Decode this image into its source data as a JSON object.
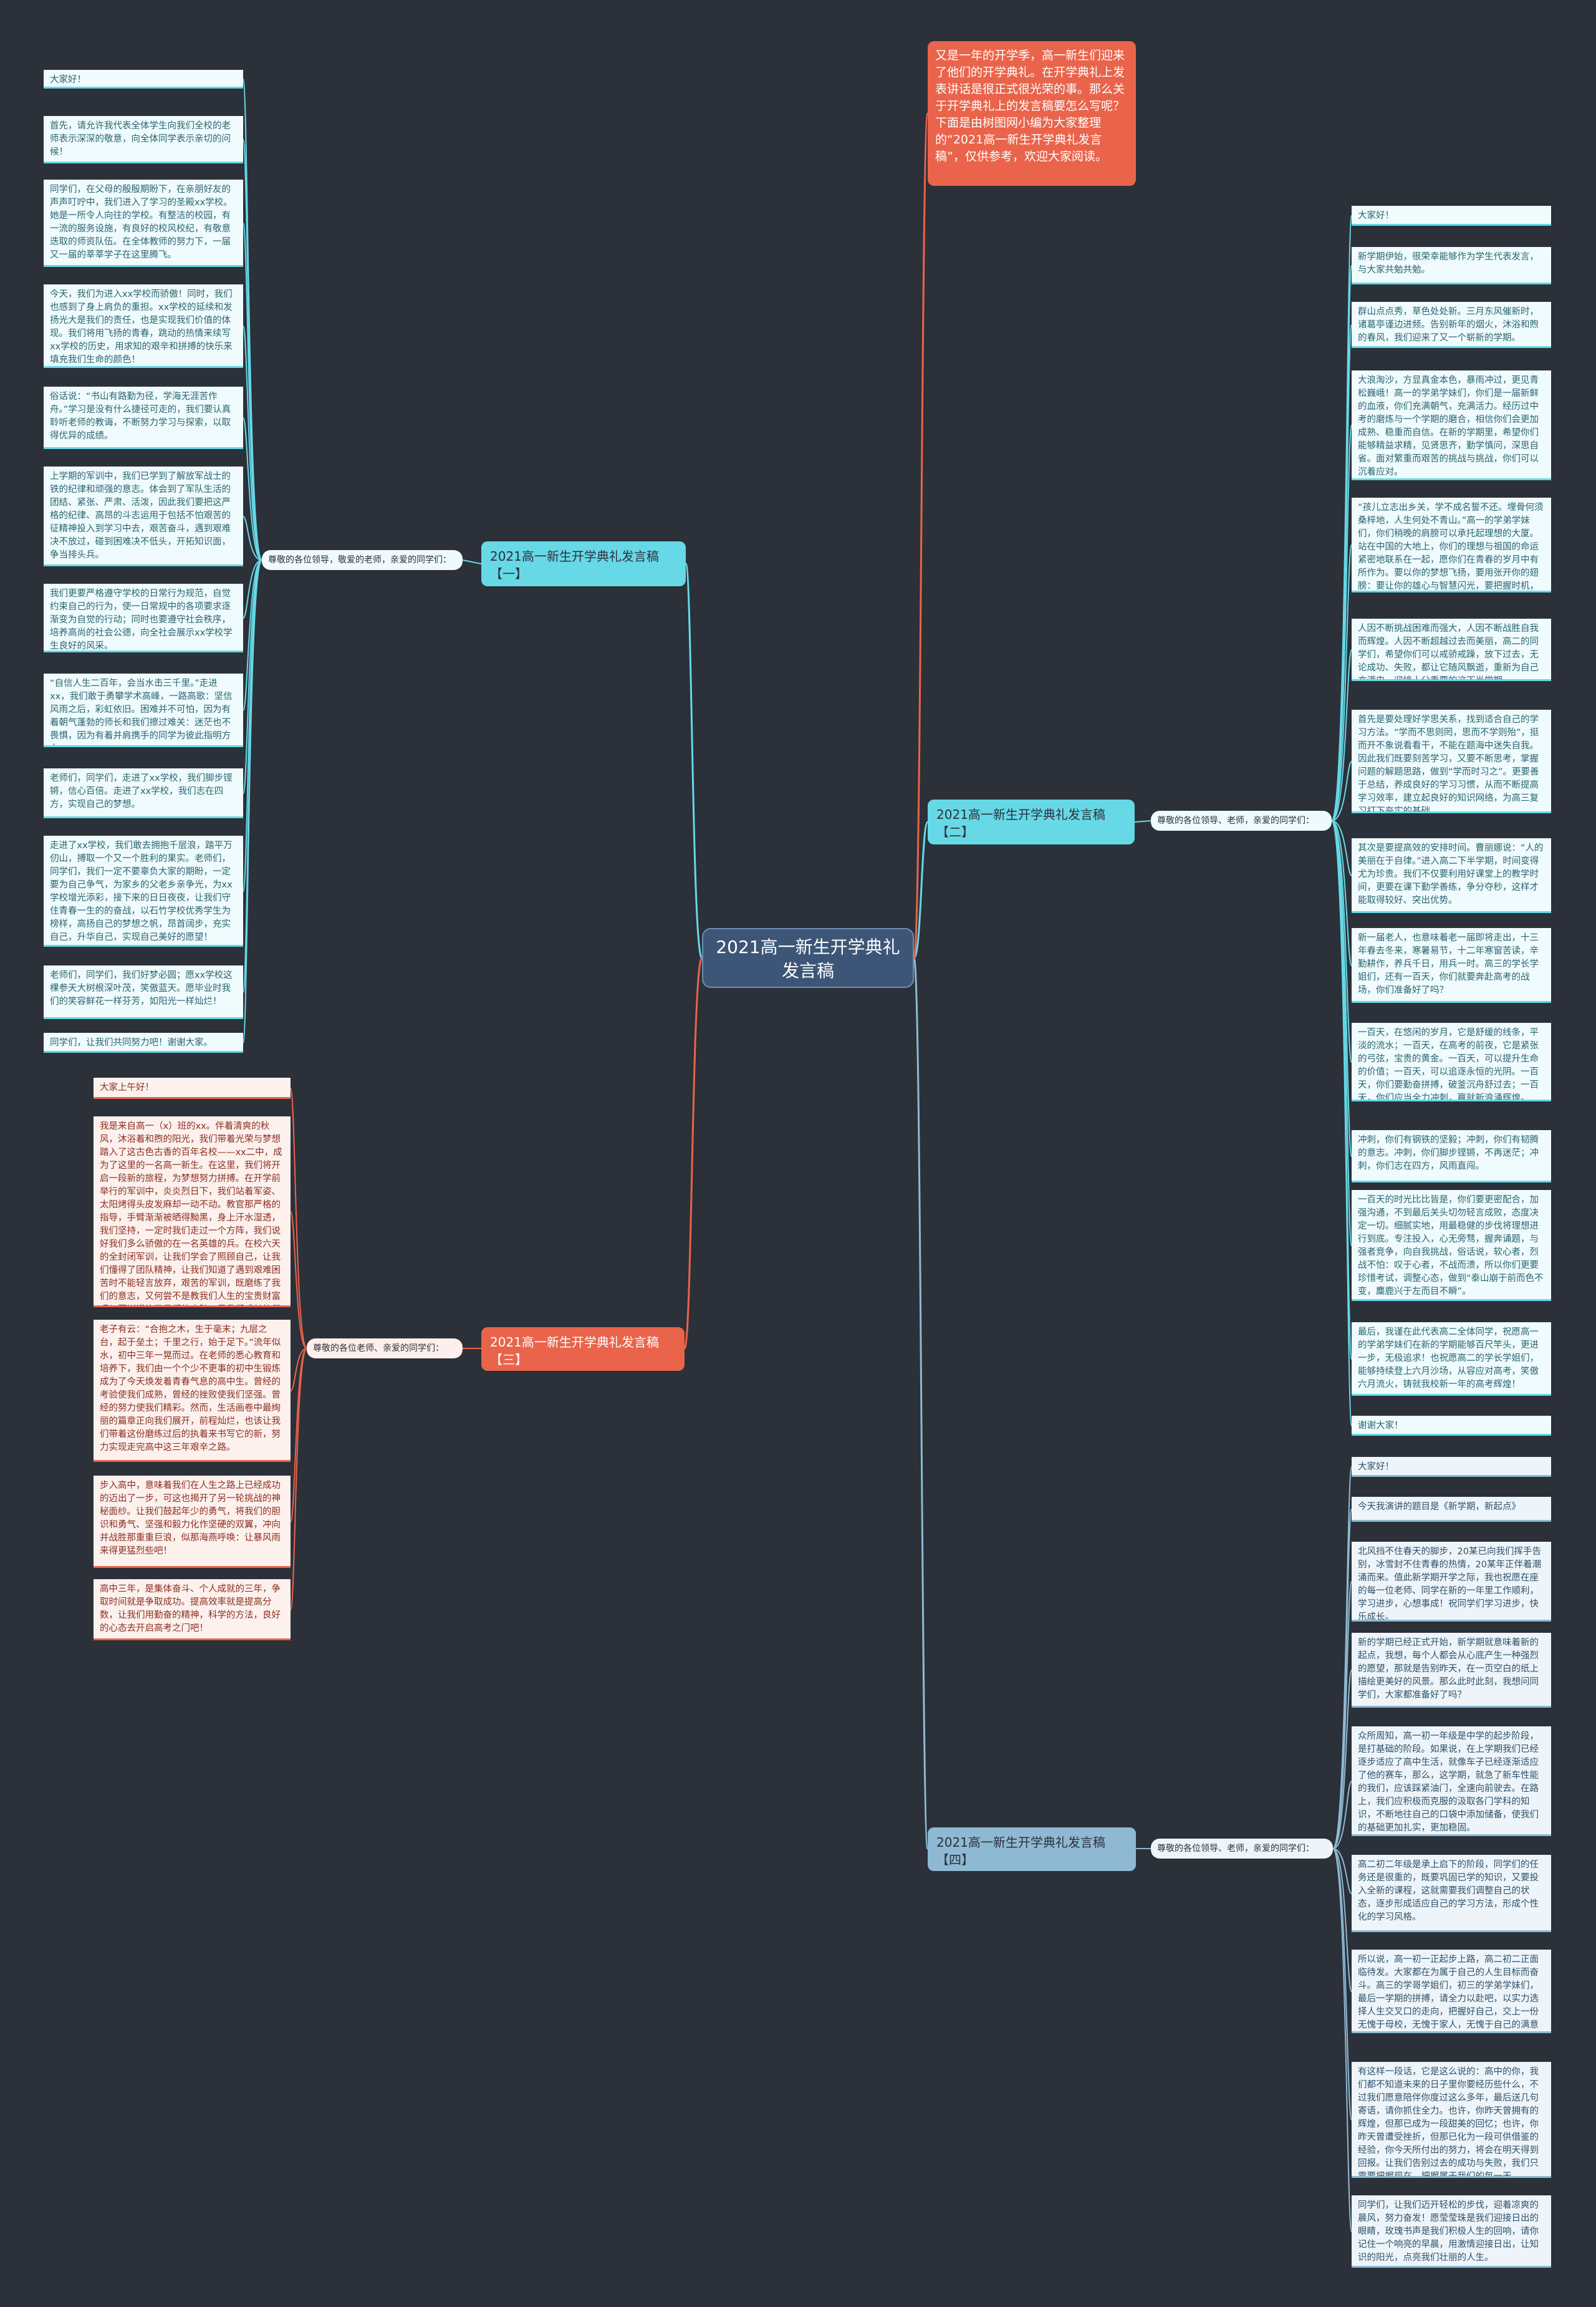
{
  "center": "2021高一新生开学典礼发言稿",
  "intro": "又是一年的开学季，高一新生们迎来了他们的开学典礼。在开学典礼上发表讲话是很正式很光荣的事。那么关于开学典礼上的发言稿要怎么写呢？下面是由树图网小编为大家整理的“2021高一新生开学典礼发言稿”，仅供参考，欢迎大家阅读。",
  "colors": {
    "background": "#2b3039",
    "teal": "#66d8e6",
    "red": "#e9644b",
    "blue": "#8fb9d3",
    "center": "#3d5677"
  },
  "branches": [
    {
      "title": "2021高一新生开学典礼发言稿【一】",
      "greeting": "尊敬的各位领导，敬爱的老师，亲爱的同学们：",
      "items": [
        "大家好！",
        "首先，请允许我代表全体学生向我们全校的老师表示深深的敬意，向全体同学表示亲切的问候！",
        "同学们，在父母的殷殷期盼下，在亲朋好友的声声叮咛中，我们进入了学习的圣殿xx学校。她是一所令人向往的学校。有整洁的校园，有一流的服务设施，有良好的校风校纪，有敬意迭取的师资队伍。在全体教师的努力下，一届又一届的莘莘学子在这里腾飞。",
        "今天，我们为进入xx学校而骄傲！同时，我们也感到了身上肩负的重担。xx学校的延续和发扬光大是我们的责任，也是实现我们价值的体现。我们将用飞扬的青春，跳动的热情来续写xx学校的历史，用求知的艰辛和拼搏的快乐来填充我们生命的颜色！",
        "俗话说：“书山有路勤为径，学海无涯苦作舟。”学习是没有什么捷径可走的，我们要认真聆听老师的教诲，不断努力学习与探索，以取得优异的成绩。",
        "上学期的军训中，我们已学到了解放军战士的铁的纪律和顽强的意志。体会到了军队生活的团结、紧张、严肃、活泼，因此我们要把这严格的纪律、高昂的斗志运用于包括不怕艰苦的征精神投入到学习中去，艰苦奋斗，遇到艰难决不放过，碰到困难决不低头，开拓知识面，争当排头兵。",
        "我们更要严格遵守学校的日常行为规范，自觉约束自己的行为，使一日常规中的各项要求逐渐变为自觉的行动；同时也要遵守社会秩序，培养高尚的社会公德，向全社会展示xx学校学生良好的风采。",
        "“自信人生二百年，会当水击三千里。”走进xx，我们敢于勇攀学术高峰，一路高歌：坚信风雨之后，彩虹依旧。困难并不可怕，因为有着朝气蓬勃的师长和我们擦过难关：迷茫也不畏惧，因为有着并肩携手的同学为彼此指明方向。",
        "老师们，同学们，走进了xx学校，我们脚步铿锵，信心百倍。走进了xx学校，我们志在四方，实现自己的梦想。",
        "走进了xx学校，我们敢去拥抱千层浪，踏平万仞山，搏取一个又一个胜利的果实。老师们，同学们，我们一定不要辜负大家的期盼，一定要为自己争气，为家乡的父老乡亲争光，为xx学校增光添彩，接下来的日日夜夜，让我们守住青春一生的的奋战，以石竹学校优秀学生为榜样，高扬自己的梦想之帆，昂首阔步，充实自己，升华自己，实现自己美好的愿望！",
        "老师们，同学们，我们好梦必圆；愿xx学校这棵参天大树根深叶茂，笑傲蓝天。愿毕业时我们的笑容鲜花一样芬芳，如阳光一样灿烂！",
        "同学们，让我们共同努力吧！谢谢大家。"
      ]
    },
    {
      "title": "2021高一新生开学典礼发言稿【二】",
      "greeting": "尊敬的各位领导、老师，亲爱的同学们：",
      "items": [
        "大家好！",
        "新学期伊始，很荣幸能够作为学生代表发言，与大家共勉共勉。",
        "群山点点秀，草色处处新。三月东风催新时，诸葛亭谨边进频。告别新年的烟火，沐浴和煦的春风，我们迎来了又一个崭新的学期。",
        "大浪淘沙，方显真金本色，暴雨冲过，更见青松巍峨！高一的学弟学妹们，你们是一届新鲜的血液，你们充满朝气，充满活力。经历过中考的磨炼与一个学期的磨合，相信你们会更加成熟、稳重而自信。在新的学期里，希望你们能够精益求精，见贤思齐，勤学慎问，深思自省。面对繁重而艰苦的挑战与挑战，你们可以沉着应对。",
        "“孩儿立志出乡关，学不成名誓不还。埋骨何须桑梓地，人生何处不青山。”高一的学弟学妹们，你们稍晚的肩膀可以承托起理想的大厦。站在中国的大地上，你们的理想与祖国的命运紧密地联系在一起，愿你们在青春的岁月中有所作为。要以你的梦想飞扬，要用张开你的翅膀：要让你的雄心与智慧闪光，要把握时机，放射光芒！",
        "人因不断挑战困难而强大，人因不断战胜自我而辉煌。人因不断超越过去而美丽，高二的同学们，希望你们可以戒骄戒躁，放下过去，无论成功、失败，都让它随风飘逝，重新为自己充满电，迎接十分重要的这下半学期。",
        "首先是要处理好学思关系，找到适合自己的学习方法。“学而不思则罔，思而不学则殆”，挺而开不象说看看干，不能在题海中迷失自我。因此我们既要刻苦学习，又要不断思考，掌握问题的解题思路，做到“学而时习之”。更要善于总结，养成良好的学习习惯，从而不断提高学习效率，建立起良好的知识网络，为高三复习打下夯实的基础。",
        "其次是要提高效的安排时间。曹丽娜说：“人的美丽在于自律。”进入高二下半学期，时间变得尤为珍贵。我们不仅要利用好课堂上的教学时间，更要在课下勤学善练，争分夺秒，这样才能取得较好、突出优势。",
        "新一届老人，也意味着老一届即将走出，十三年春去冬来，寒暑易节，十二年寒窗苦读，辛勤耕作，养兵千日，用兵一时。高三的学长学姐们，还有一百天，你们就要奔赴高考的战场，你们准备好了吗？",
        "一百天，在悠闲的岁月，它是舒缓的线条，平淡的流水；一百天，在高考的前夜，它是紧张的弓弦，宝贵的黄金。一百天，可以提升生命的价值；一百天，可以追逐永恒的光阴。一百天，你们要勤奋拼搏，破釜沉舟舒过去；一百天，你们应当全力冲刺，赢就新浪涌辉煌。",
        "冲刺，你们有钢铁的坚毅；冲刺，你们有韧腾的意志。冲刺，你们脚步铿锵，不再迷茫；冲刺，你们志在四方，风雨直闯。",
        "一百天的时光比比皆是，你们要更密配合，加强沟通，不到最后关头切勿轻言成败，态度决定一切。细腻实地，用最稳健的步伐将理想进行到底。专注投入，心无旁骛，握奔诵题，与强者竞争，向自我挑战，俗话说，软心者，烈战不怕：叹于心者，不战而溃，所以你们更要珍惜考试，调整心态，做到“泰山崩于前而色不变，麋鹿兴于左而目不瞬”。",
        "最后，我谨在此代表高二全体同学，祝愿高一的学弟学妹们在新的学期能够百尺竿头，更进一步，无极追求！也祝愿高二的学长学姐们，能够持续登上六月沙场，从容应对高考，笑傲六月流火，铸就我校新一年的高考辉煌！",
        "谢谢大家！"
      ]
    },
    {
      "title": "2021高一新生开学典礼发言稿【三】",
      "greeting": "尊敬的各位老师、亲爱的同学们：",
      "items": [
        "大家上午好！",
        "我是来自高一（x）班的xx。伴着清爽的秋风，沐浴着和煦的阳光，我们带着光荣与梦想踏入了这古色古香的百年名校——xx二中，成为了这里的一名高一新生。在这里，我们将开启一段新的旅程，为梦想努力拼搏。在开学前举行的军训中，炎炎烈日下，我们站着军姿、太阳烤得头皮发麻却一动不动。教官那严格的指导，手臂渐渐被晒得黝黑，身上汗水湿透，我们坚持，一定时我们走过一个方阵，我们说好我们多么骄傲的在一名英雄的兵。在校六天的全封闭军训，让我们学会了照顾自己，让我们懂得了团队精神，让我们知道了遇到艰难困苦时不能轻言放弃，艰苦的军训，既磨练了我们的意志，又何尝不是教我们人生的宝贵财富呢？军训锻炼了我们的皮肤，是我们成长的印记！",
        "老子有云：“合抱之木，生于毫末；九层之台，起于垒土；千里之行，始于足下。”流年似水，初中三年一晃而过。在老师的悉心教育和培养下，我们由一个个少不更事的初中生锻炼成为了今天焕发着青春气息的高中生。曾经的考验使我们成熟，曾经的挫败使我们坚强。曾经的努力使我们精彩。然而，生活画卷中最绚丽的篇章正向我们展开，前程灿烂，也该让我们带着这份磨练过后的执着来书写它的新，努力实现走完高中这三年艰辛之路。",
        "步入高中，意味着我们在人生之路上已经成功的迈出了一步，可这也揭开了另一轮挑战的神秘面纱。让我们鼓起年少的勇气，将我们的胆识和勇气、坚强和毅力化作坚硬的双翼，冲向并战胜那重重巨浪，似那海燕呼唤：让暴风雨来得更猛烈些吧！",
        "高中三年，是集体奋斗、个人成就的三年，争取时间就是争取成功。提高效率就是提高分数，让我们用勤奋的精神，科学的方法，良好的心态去开启高考之门吧！"
      ]
    },
    {
      "title": "2021高一新生开学典礼发言稿【四】",
      "greeting": "尊敬的各位领导、老师，亲爱的同学们：",
      "items": [
        "大家好！",
        "今天我演讲的题目是《新学期，新起点》",
        "北风挡不住春天的脚步，20某已向我们挥手告别，冰雪封不住青春的热情，20某年正伴着潮涌而来。值此新学期开学之际，我也祝愿在座的每一位老师、同学在新的一年里工作顺利，学习进步，心想事成！祝同学们学习进步，快乐成长。",
        "新的学期已经正式开始，新学期就意味着新的起点，我想，每个人都会从心底产生一种强烈的愿望，那就是告别昨天，在一页空白的纸上描绘更美好的风景。那么此时此刻，我想问同学们，大家都准备好了吗？",
        "众所周知，高一初一年级是中学的起步阶段，是打基础的阶段。如果说，在上学期我们已经逐步适应了高中生活，就像车子已经逐渐适应了他的赛车，那么，这学期，就急了新车性能的我们，应该踩紧油门，全速向前驶去。在路上，我们应积极而克服的汲取各门学科的知识，不断地往自己的口袋中添加储备，使我们的基础更加扎实，更加稳固。",
        "高二初二年级是承上启下的阶段，同学们的任务还是很重的，既要巩固已学的知识，又要投入全新的课程，这就需要我们调整自己的状态，逐步形成适应自己的学习方法，形成个性化的学习风格。",
        "所以说，高一初一正起步上路，高二初二正面临待发。大家都在为属于自己的人生目标而奋斗。高三的学哥学姐们，初三的学弟学妹们，最后一学期的拼搏，请全力以赴吧，以实力选择人生交叉口的走向，把握好自己，交上一份无愧于母校，无愧于家人，无愧于自己的满意答卷。",
        "有这样一段话，它是这么说的：高中的你，我们都不知道未来的日子里你要经历些什么，不过我们愿意陪伴你度过这么多年，最后送几句寄语，请你抓住全力。也许，你昨天曾拥有的辉煌，但那已成为一段甜美的回忆；也许，你昨天曾遭受挫折，但那已化为一段可供借鉴的经验，你今天所付出的努力，将会在明天得到回报。让我们告别过去的成功与失败，我们只需要把握现在，把握属于我们的每一天。",
        "同学们，让我们迈开轻松的步伐，迎着凉爽的晨风，努力奋发！愿莹莹珠是我们迎接日出的眼睛，玫瑰书声是我们积极人生的回响，请你记住一个响亮的早晨，用激情迎接日出，让知识的阳光，点亮我们壮丽的人生。"
      ]
    }
  ]
}
